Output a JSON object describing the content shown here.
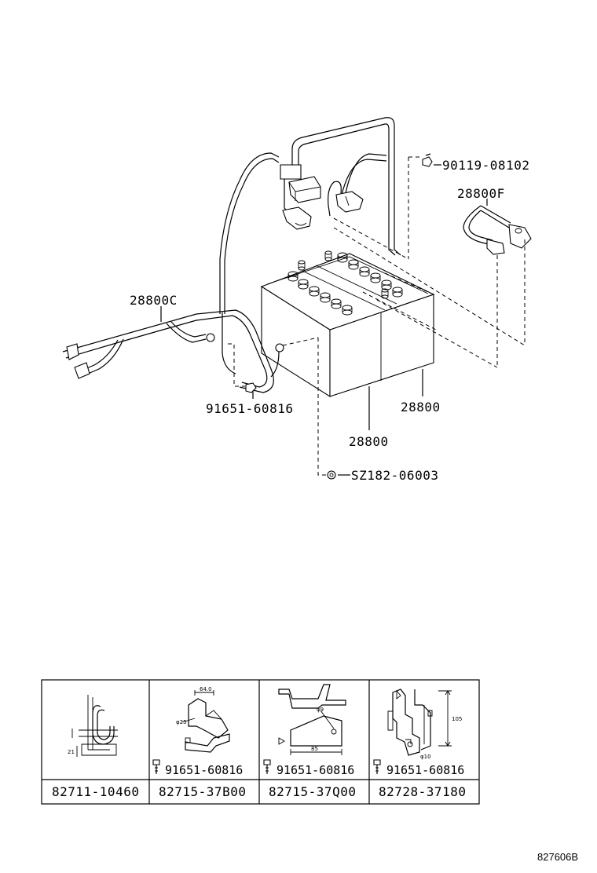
{
  "labels": {
    "clamp_bolt_top": "90119-08102",
    "cable_f": "28800F",
    "cable_c": "28800C",
    "bolt_left": "91651-60816",
    "battery_right": "28800",
    "battery_bottom": "28800",
    "nut_bottom": "SZ182-06003"
  },
  "parts_table": {
    "cells": [
      {
        "bolt": "",
        "part": "82711-10460",
        "dims": [
          "21"
        ]
      },
      {
        "bolt": "91651-60816",
        "part": "82715-37B00",
        "dims": [
          "64.0",
          "φ25"
        ]
      },
      {
        "bolt": "91651-60816",
        "part": "82715-37Q00",
        "dims": [
          "φ9",
          "85"
        ]
      },
      {
        "bolt": "91651-60816",
        "part": "82728-37180",
        "dims": [
          "105",
          "φ10"
        ]
      }
    ]
  },
  "diagram_ref": "827606B"
}
